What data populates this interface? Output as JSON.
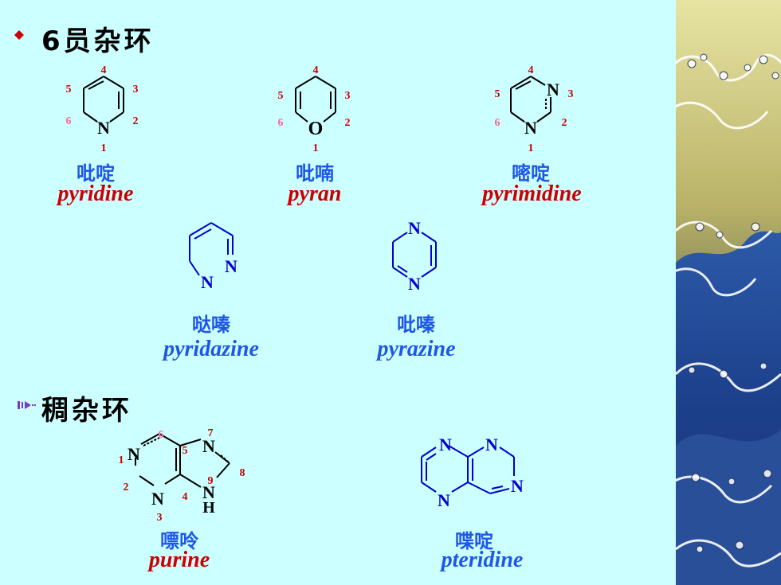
{
  "section1": {
    "title": "6员杂环"
  },
  "section2": {
    "title": "稠杂环"
  },
  "molecules": {
    "pyridine": {
      "cn": "吡啶",
      "en": "pyridine",
      "hetero": "N",
      "numbers": [
        "4",
        "3",
        "2",
        "1",
        "6",
        "5"
      ]
    },
    "pyran": {
      "cn": "吡喃",
      "en": "pyran",
      "hetero": "O",
      "numbers": [
        "4",
        "3",
        "2",
        "1",
        "6",
        "5"
      ]
    },
    "pyrimidine": {
      "cn": "嘧啶",
      "en": "pyrimidine",
      "hetero": "N",
      "numbers": [
        "4",
        "3",
        "2",
        "1",
        "6",
        "5"
      ]
    },
    "pyridazine": {
      "cn": "哒嗪",
      "en": "pyridazine",
      "hetero": "N"
    },
    "pyrazine": {
      "cn": "吡嗪",
      "en": "pyrazine",
      "hetero": "N"
    },
    "purine": {
      "cn": "嘌呤",
      "en": "purine",
      "hetero": "N",
      "h": "H",
      "numbers": [
        "1",
        "2",
        "3",
        "4",
        "5",
        "6",
        "7",
        "8",
        "9"
      ]
    },
    "pteridine": {
      "cn": "喋啶",
      "en": "pteridine",
      "hetero": "N"
    }
  },
  "colors": {
    "background": "#ccffff",
    "red": "#cc0000",
    "blue": "#1e56e8",
    "pink": "#ff6699",
    "bond": "#0000cc"
  }
}
